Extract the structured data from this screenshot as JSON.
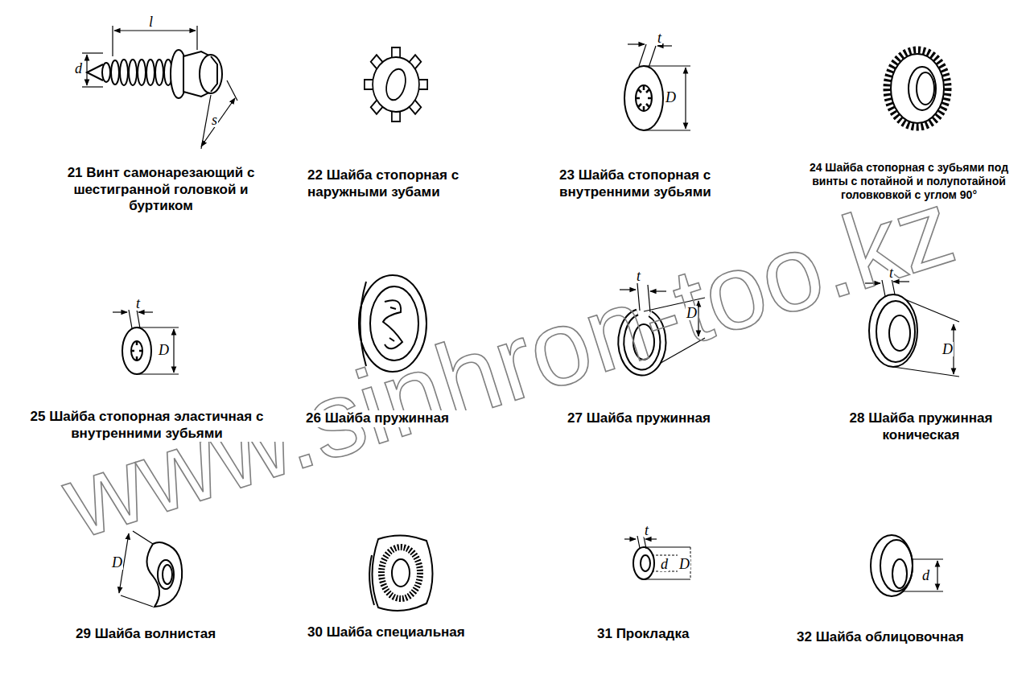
{
  "diagram": {
    "labels": [
      "21 Винт самонарезающий с шестигранной головкой и буртиком",
      "22 Шайба стопорная с наружными зубами",
      "23 Шайба стопорная с внутренними зубьями",
      "24 Шайба стопорная с зубьями под винты с потайной и полупотайной головковкой с углом 90°",
      "25 Шайба стопорная эластичная с внутренними зубьями",
      "26 Шайба пружинная",
      "27 Шайба пружинная",
      "28 Шайба пружинная коническая",
      "29 Шайба волнистая",
      "30 Шайба специальная",
      "31 Прокладка",
      "32 Шайба облицовочная",
      "l",
      "d",
      "s",
      "t",
      "D",
      "t",
      "D",
      "t",
      "D",
      "t",
      "D",
      "D",
      "t",
      "d",
      "D",
      "d",
      "www.sinhron-too.kz"
    ]
  }
}
